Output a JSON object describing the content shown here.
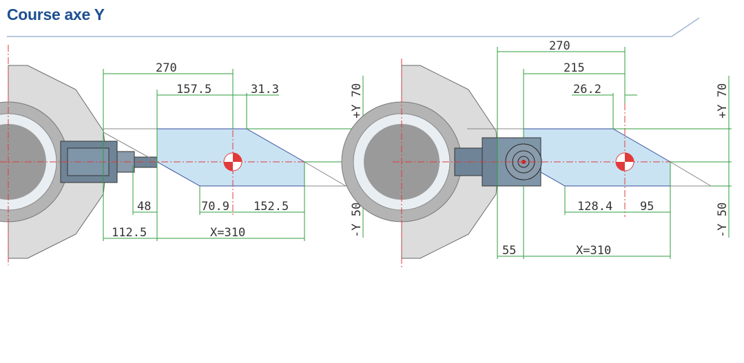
{
  "header": {
    "title": "Course axe Y"
  },
  "colors": {
    "title": "#1d4f91",
    "dimension": "#2e9e3e",
    "axis": "#e23a3a",
    "zone": "#c9e3f3"
  },
  "left_diagram": {
    "top_dims": {
      "d270": "270",
      "d157": "157.5",
      "d31": "31.3"
    },
    "y_dims": {
      "plus": "+Y 70",
      "minus": "-Y 50"
    },
    "bottom_dims": {
      "d48": "48",
      "d70": "70.9",
      "d152": "152.5",
      "d112": "112.5",
      "x": "X=310"
    }
  },
  "right_diagram": {
    "top_dims": {
      "d270": "270",
      "d215": "215",
      "d26": "26.2"
    },
    "y_dims": {
      "plus": "+Y 70",
      "minus": "-Y 50"
    },
    "bottom_dims": {
      "d128": "128.4",
      "d95": "95",
      "d55": "55",
      "x": "X=310"
    }
  }
}
